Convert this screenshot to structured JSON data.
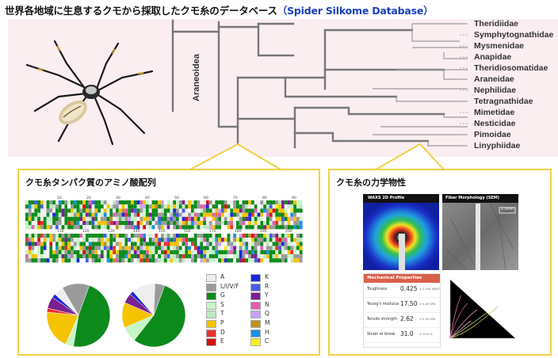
{
  "header": {
    "title_jp": "世界各地域に生息するクモから採取したクモ糸のデータベース",
    "title_en": "（Spider Silkome Database）"
  },
  "tree": {
    "clade_label": "Araneoidea",
    "taxa": [
      "Theridiidae",
      "Symphytognathidae",
      "Mysmenidae",
      "Anapidae",
      "Theridiosomatidae",
      "Araneidae",
      "Nephilidae",
      "Tetragnathidae",
      "Mimetidae",
      "Nesticidae",
      "Pimoidae",
      "Linyphiidae"
    ]
  },
  "panel_aa": {
    "title": "クモ糸タンパク質のアミノ酸配列",
    "ruler_top": [
      "10",
      "20",
      "30",
      "40",
      "50",
      "60",
      "70",
      "80",
      "90"
    ],
    "ruler_bottom": [
      "110",
      "120",
      "130",
      "140",
      "150",
      "160",
      "170",
      "180",
      "190",
      "200"
    ],
    "legend": [
      {
        "label": "A",
        "color": "#eeeeee"
      },
      {
        "label": "L/I/V/F",
        "color": "#9a9a9a"
      },
      {
        "label": "G",
        "color": "#0c8a1c"
      },
      {
        "label": "S",
        "color": "#c6f5c6"
      },
      {
        "label": "T",
        "color": "#bde8bd"
      },
      {
        "label": "P",
        "color": "#f5c300"
      },
      {
        "label": "D",
        "color": "#e83030"
      },
      {
        "label": "E",
        "color": "#d41010"
      },
      {
        "label": "K",
        "color": "#1a2ad8"
      },
      {
        "label": "R",
        "color": "#4a5ae8"
      },
      {
        "label": "Y",
        "color": "#7a2090"
      },
      {
        "label": "N",
        "color": "#e060b0"
      },
      {
        "label": "Q",
        "color": "#c8a0f0"
      },
      {
        "label": "M",
        "color": "#c09020"
      },
      {
        "label": "H",
        "color": "#1a90e0"
      },
      {
        "label": "C",
        "color": "#f5f020"
      }
    ],
    "pies": [
      {
        "name": "pie-left",
        "slices": [
          [
            "G",
            0.47
          ],
          [
            "S",
            0.04
          ],
          [
            "P",
            0.2
          ],
          [
            "D",
            0.02
          ],
          [
            "Y",
            0.06
          ],
          [
            "K",
            0.02
          ],
          [
            "A",
            0.05
          ],
          [
            "L/I/V/F",
            0.14
          ]
        ]
      },
      {
        "name": "pie-right",
        "slices": [
          [
            "G",
            0.55
          ],
          [
            "S",
            0.08
          ],
          [
            "P",
            0.13
          ],
          [
            "Y",
            0.05
          ],
          [
            "K",
            0.02
          ],
          [
            "A",
            0.12
          ],
          [
            "L/I/V/F",
            0.05
          ]
        ]
      }
    ]
  },
  "panel_mech": {
    "title": "クモ糸の力学物性",
    "waxs_label": "WAXS 2D Profile",
    "sem_label": "Fiber Morphology (SEM)",
    "sem_scale": "2.5mm",
    "props_header": "Mechanical Properties",
    "props": [
      {
        "name": "Toughness",
        "value": "0.425",
        "unit": "± 0.104 MJ/m³"
      },
      {
        "name": "Young's modulus",
        "value": "17.50",
        "unit": "± 4.30 GPa"
      },
      {
        "name": "Tensile strength",
        "value": "2.62",
        "unit": "± 0.33 GPa"
      },
      {
        "name": "Strain at break",
        "value": "31.0",
        "unit": "± 10.0 %"
      }
    ]
  }
}
